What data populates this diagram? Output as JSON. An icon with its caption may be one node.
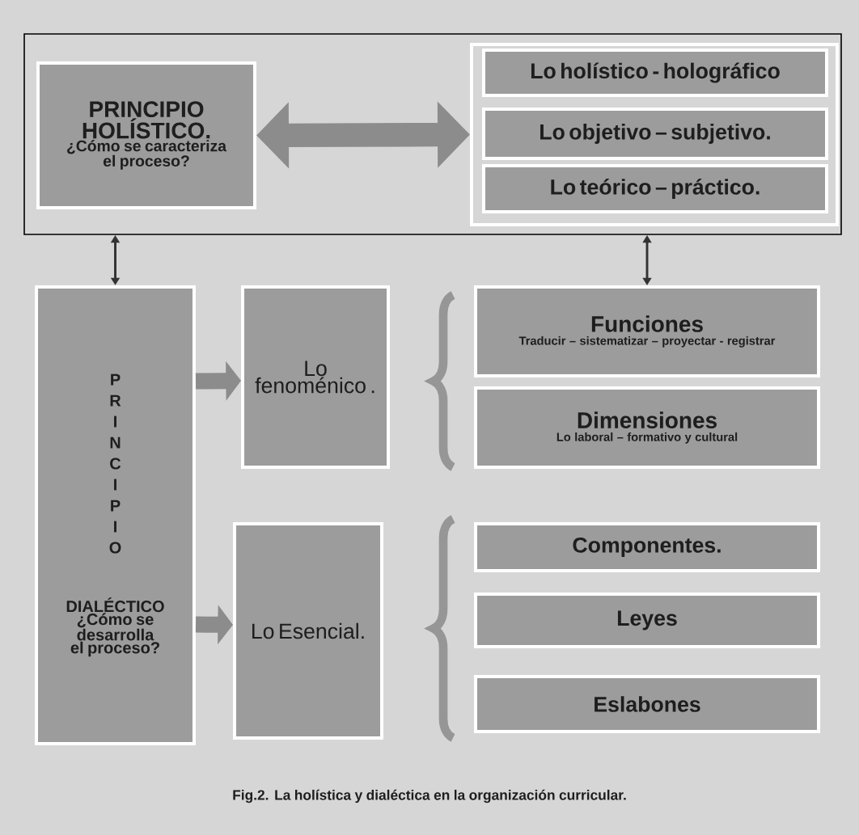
{
  "diagram": {
    "caption": "Fig.2. La holística y dialéctica en la organización curricular.",
    "nodes": [
      {
        "text": [],
        "shape": "box"
      },
      {
        "text": [
          "PRINCIPIO HOLÍSTICO.",
          "¿Cómo se caracteriza el proceso?"
        ],
        "in": 0
      },
      {
        "text": [],
        "shape": "box",
        "in": 0
      },
      {
        "text": [
          "Lo holístico - holográfico"
        ],
        "in": 2
      },
      {
        "text": [
          "Lo objetivo – subjetivo."
        ],
        "in": 2
      },
      {
        "text": [
          "Lo teórico – práctico."
        ],
        "in": 2
      },
      {
        "text": [
          "P R I N C I P I O",
          "DIALÉCTICO",
          "¿Cómo se desarrolla el proceso?"
        ]
      },
      {
        "text": [
          "Lo fenoménico ."
        ]
      },
      {
        "text": [
          "Lo Esencial."
        ]
      },
      {
        "text": [
          "Funciones",
          "Traducir – sistematizar – proyectar - registrar"
        ]
      },
      {
        "text": [
          "Dimensiones",
          "Lo laboral – formativo y cultural"
        ]
      },
      {
        "text": [
          "Componentes."
        ]
      },
      {
        "text": [
          "Leyes"
        ]
      },
      {
        "text": [
          "Eslabones"
        ]
      }
    ],
    "edges": [
      {
        "from": 1,
        "to": 2,
        "arrow": "both"
      },
      {
        "from": 0,
        "to": 6,
        "arrow": "both",
        "color": "#333333"
      },
      {
        "from": 0,
        "to": 9,
        "arrow": "both",
        "color": "#333333"
      },
      {
        "from": 6,
        "to": 7,
        "arrow": "to"
      },
      {
        "from": 6,
        "to": 8,
        "arrow": "to"
      }
    ]
  }
}
